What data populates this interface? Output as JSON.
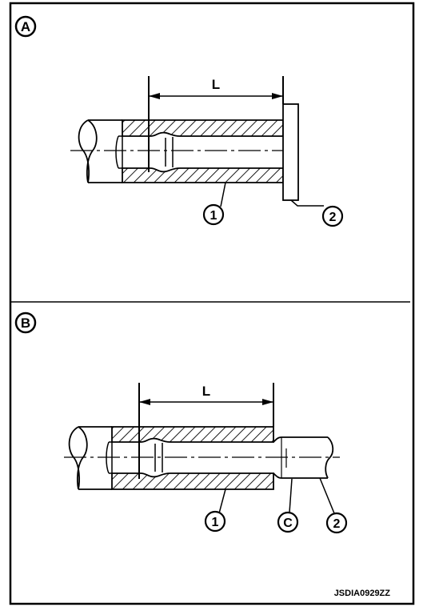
{
  "panels": [
    {
      "id": "A",
      "badge": "A",
      "dimension_label": "L",
      "callouts": [
        "1",
        "2"
      ]
    },
    {
      "id": "B",
      "badge": "B",
      "dimension_label": "L",
      "callouts": [
        "1",
        "C",
        "2"
      ]
    }
  ],
  "figure_code": "JSDIA0929ZZ"
}
